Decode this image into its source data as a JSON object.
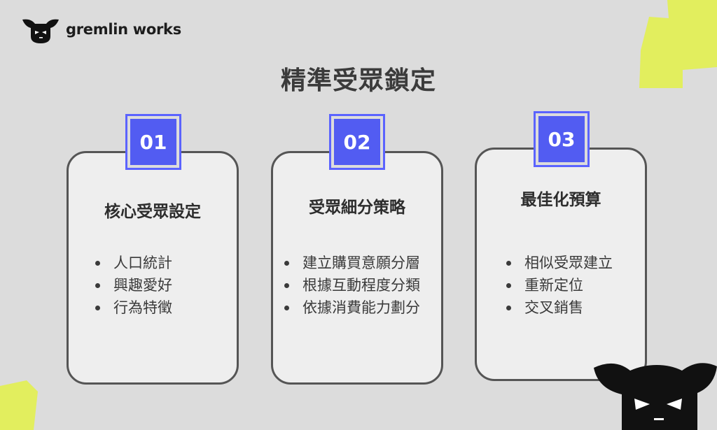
{
  "brand": {
    "name": "gremlin works"
  },
  "title": "精準受眾鎖定",
  "cards": [
    {
      "number": "01",
      "title": "核心受眾設定",
      "items": [
        "人口統計",
        "興趣愛好",
        "行為特徵"
      ]
    },
    {
      "number": "02",
      "title": "受眾細分策略",
      "items": [
        "建立購買意願分層",
        "根據互動程度分類",
        "依據消費能力劃分"
      ]
    },
    {
      "number": "03",
      "title": "最佳化預算",
      "items": [
        "相似受眾建立",
        "重新定位",
        "交叉銷售"
      ]
    }
  ],
  "colors": {
    "background": "#dcdcdc",
    "accent": "#525cf2",
    "lime": "#e2ee5e",
    "card": "#eeeeee",
    "border": "#555555"
  },
  "icons": [
    "gremlin-logo-icon",
    "gremlin-mascot-icon"
  ]
}
